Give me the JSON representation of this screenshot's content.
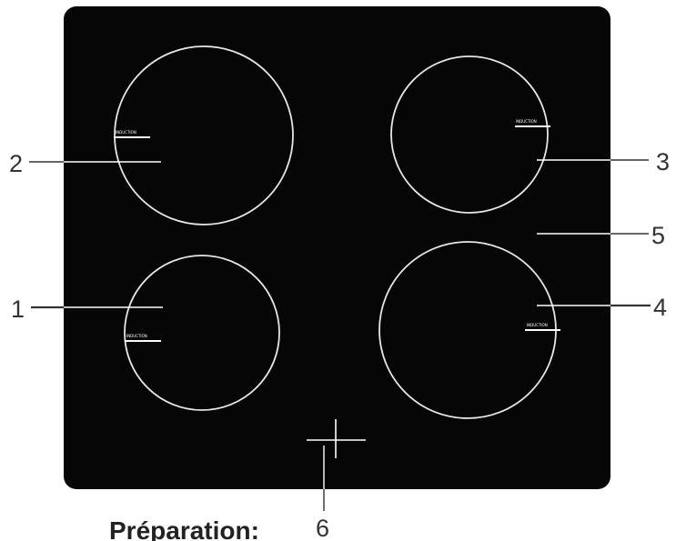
{
  "callouts": {
    "n1": "1",
    "n2": "2",
    "n3": "3",
    "n4": "4",
    "n5": "5",
    "n6": "6"
  },
  "zone_marks": {
    "zone1": "INDUCTION",
    "zone2": "INDUCTION",
    "zone3": "INDUCTION",
    "zone4": "INDUCTION"
  },
  "footer": {
    "heading": "Préparation:"
  },
  "colors": {
    "glass": "#060606",
    "ring": "#e6e6e6",
    "leader": "#333333",
    "background": "#ffffff"
  }
}
